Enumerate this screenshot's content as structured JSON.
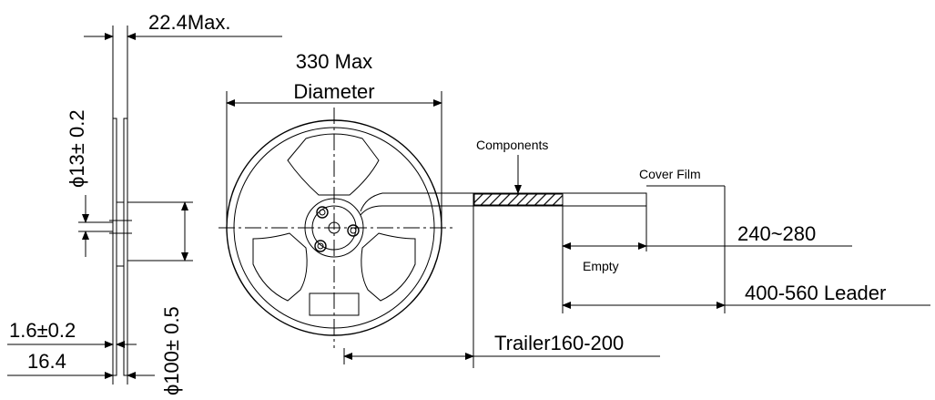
{
  "labels": {
    "width_max": "22.4Max.",
    "diameter_line1": "330 Max",
    "diameter_line2": "Diameter",
    "hub_diameter": "ϕ13± 0.2",
    "core_diameter": "ϕ100± 0.5",
    "flange_thickness": "1.6±0.2",
    "inner_width": "16.4",
    "components": "Components",
    "cover_film": "Cover Film",
    "gap_240_280": "240~280",
    "empty": "Empty",
    "leader": "400-560 Leader",
    "trailer": "Trailer160-200"
  }
}
